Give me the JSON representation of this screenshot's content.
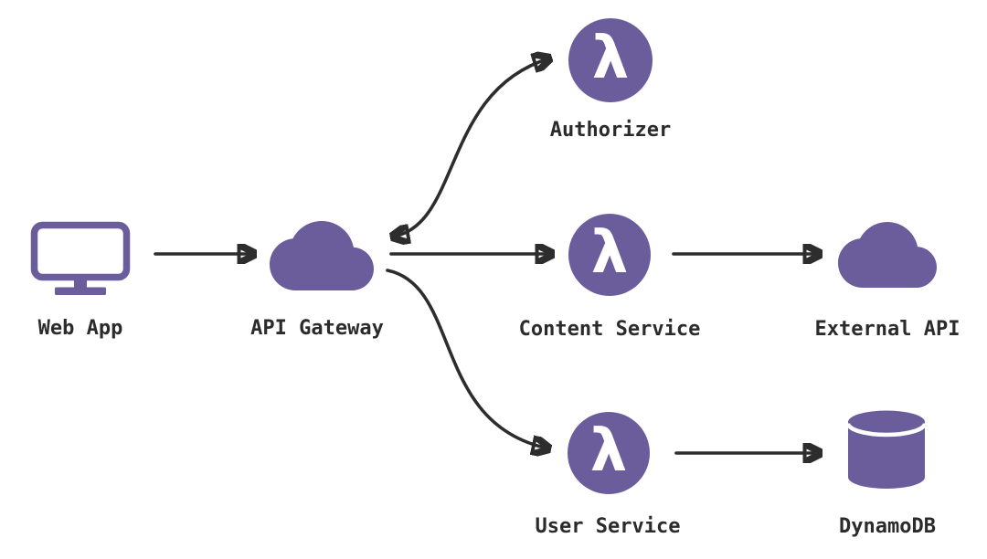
{
  "diagram": {
    "type": "architecture-flowchart",
    "colors": {
      "node_fill": "#6b5c9b",
      "edge_line": "#2d2d2d",
      "label_text": "#2b2b2b",
      "lambda_glyph": "#ffffff",
      "background": "#ffffff"
    },
    "nodes": [
      {
        "id": "web-app",
        "label": "Web App",
        "icon": "monitor-icon"
      },
      {
        "id": "api-gateway",
        "label": "API Gateway",
        "icon": "cloud-icon"
      },
      {
        "id": "authorizer",
        "label": "Authorizer",
        "icon": "lambda-icon",
        "glyph": "λ"
      },
      {
        "id": "content-service",
        "label": "Content Service",
        "icon": "lambda-icon",
        "glyph": "λ"
      },
      {
        "id": "external-api",
        "label": "External API",
        "icon": "cloud-icon"
      },
      {
        "id": "user-service",
        "label": "User Service",
        "icon": "lambda-icon",
        "glyph": "λ"
      },
      {
        "id": "dynamodb",
        "label": "DynamoDB",
        "icon": "database-cylinder-icon"
      }
    ],
    "edges": [
      {
        "from": "web-app",
        "to": "api-gateway",
        "bidirectional": false,
        "shape": "straight"
      },
      {
        "from": "api-gateway",
        "to": "authorizer",
        "bidirectional": true,
        "shape": "s-curve"
      },
      {
        "from": "api-gateway",
        "to": "content-service",
        "bidirectional": false,
        "shape": "straight"
      },
      {
        "from": "content-service",
        "to": "external-api",
        "bidirectional": false,
        "shape": "straight"
      },
      {
        "from": "api-gateway",
        "to": "user-service",
        "bidirectional": false,
        "shape": "s-curve"
      },
      {
        "from": "user-service",
        "to": "dynamodb",
        "bidirectional": false,
        "shape": "straight"
      }
    ]
  }
}
